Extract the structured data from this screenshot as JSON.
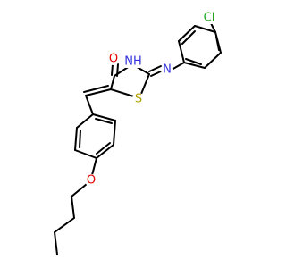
{
  "molecule": {
    "atoms": {
      "oxygen_carbonyl": "O",
      "nh": "NH",
      "nitrogen_imine": "N",
      "sulfur": "S",
      "chlorine": "Cl",
      "oxygen_ether": "O"
    },
    "colors": {
      "carbon": "#000000",
      "oxygen": "#e60000",
      "nitrogen": "#3333dd",
      "sulfur": "#b3a300",
      "chlorine": "#1fa51f"
    }
  }
}
